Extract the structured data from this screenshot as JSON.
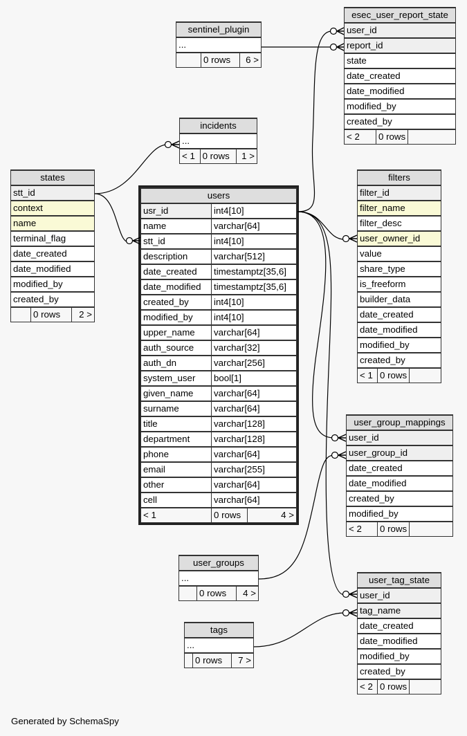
{
  "footer": "Generated by SchemaSpy",
  "tables": {
    "sentinel_plugin": {
      "name": "sentinel_plugin",
      "cols": [
        "..."
      ],
      "foot": [
        "",
        "0 rows",
        "6 >"
      ]
    },
    "incidents": {
      "name": "incidents",
      "cols": [
        "..."
      ],
      "foot": [
        "< 1",
        "0 rows",
        "1 >"
      ]
    },
    "esec_user_report_state": {
      "name": "esec_user_report_state",
      "cols": [
        "user_id",
        "report_id",
        "state",
        "date_created",
        "date_modified",
        "modified_by",
        "created_by"
      ],
      "foot": [
        "< 2",
        "0 rows",
        ""
      ]
    },
    "states": {
      "name": "states",
      "cols": [
        "stt_id",
        "context",
        "name",
        "terminal_flag",
        "date_created",
        "date_modified",
        "modified_by",
        "created_by"
      ],
      "foot": [
        "",
        "0 rows",
        "2 >"
      ]
    },
    "users": {
      "name": "users",
      "cols": [
        [
          "usr_id",
          "int4[10]"
        ],
        [
          "name",
          "varchar[64]"
        ],
        [
          "stt_id",
          "int4[10]"
        ],
        [
          "description",
          "varchar[512]"
        ],
        [
          "date_created",
          "timestamptz[35,6]"
        ],
        [
          "date_modified",
          "timestamptz[35,6]"
        ],
        [
          "created_by",
          "int4[10]"
        ],
        [
          "modified_by",
          "int4[10]"
        ],
        [
          "upper_name",
          "varchar[64]"
        ],
        [
          "auth_source",
          "varchar[32]"
        ],
        [
          "auth_dn",
          "varchar[256]"
        ],
        [
          "system_user",
          "bool[1]"
        ],
        [
          "given_name",
          "varchar[64]"
        ],
        [
          "surname",
          "varchar[64]"
        ],
        [
          "title",
          "varchar[128]"
        ],
        [
          "department",
          "varchar[128]"
        ],
        [
          "phone",
          "varchar[64]"
        ],
        [
          "email",
          "varchar[255]"
        ],
        [
          "other",
          "varchar[64]"
        ],
        [
          "cell",
          "varchar[64]"
        ]
      ],
      "foot": [
        "< 1",
        "0 rows",
        "4 >"
      ]
    },
    "filters": {
      "name": "filters",
      "cols": [
        "filter_id",
        "filter_name",
        "filter_desc",
        "user_owner_id",
        "value",
        "share_type",
        "is_freeform",
        "builder_data",
        "date_created",
        "date_modified",
        "modified_by",
        "created_by"
      ],
      "foot": [
        "< 1",
        "0 rows",
        ""
      ]
    },
    "user_group_mappings": {
      "name": "user_group_mappings",
      "cols": [
        "user_id",
        "user_group_id",
        "date_created",
        "date_modified",
        "created_by",
        "modified_by"
      ],
      "foot": [
        "< 2",
        "0 rows",
        ""
      ]
    },
    "user_groups": {
      "name": "user_groups",
      "cols": [
        "..."
      ],
      "foot": [
        "",
        "0 rows",
        "4 >"
      ]
    },
    "tags": {
      "name": "tags",
      "cols": [
        "..."
      ],
      "foot": [
        "",
        "0 rows",
        "7 >"
      ]
    },
    "user_tag_state": {
      "name": "user_tag_state",
      "cols": [
        "user_id",
        "tag_name",
        "date_created",
        "date_modified",
        "modified_by",
        "created_by"
      ],
      "foot": [
        "< 2",
        "0 rows",
        ""
      ]
    }
  }
}
